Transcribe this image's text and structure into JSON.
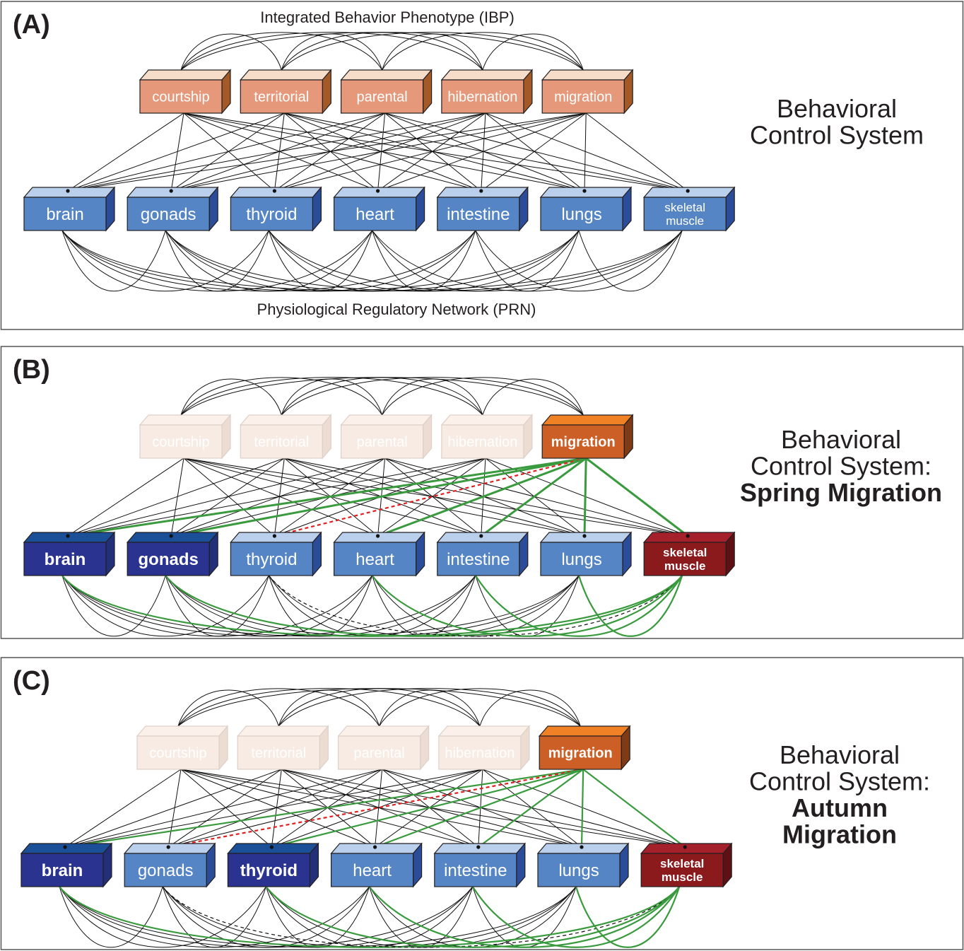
{
  "figure": {
    "ibp_title": "Integrated Behavior Phenotype (IBP)",
    "prn_title": "Physiological Regulatory Network (PRN)",
    "behaviors": [
      "courtship",
      "territorial",
      "parental",
      "hibernation",
      "migration"
    ],
    "organs": [
      "brain",
      "gonads",
      "thyroid",
      "heart",
      "intestine",
      "lungs",
      "skeletal muscle"
    ],
    "colors": {
      "behavior_default": "#e5987a",
      "behavior_faded": "#f8ebe3",
      "behavior_active": "#cc5f26",
      "organ_default": "#5585c5",
      "organ_active_dark": "#2a3490",
      "organ_active_red": "#8b1a1d",
      "link_active": "#3a9a3e",
      "link_inhibited": "#e02020",
      "link_default": "#111111"
    }
  },
  "panels": [
    {
      "label": "(A)",
      "side_title": [
        "Behavioral",
        "Control System"
      ],
      "side_title_bold": [],
      "active_behavior": null,
      "organ_state": [
        "default",
        "default",
        "default",
        "default",
        "default",
        "default",
        "default"
      ],
      "green_behavior_links": [],
      "red_dashed_behavior_links": [],
      "green_prn_links": [],
      "dashed_prn_links": []
    },
    {
      "label": "(B)",
      "side_title": [
        "Behavioral",
        "Control System:"
      ],
      "side_title_bold": [
        "Spring Migration"
      ],
      "active_behavior": "migration",
      "organ_state": [
        "dark",
        "dark",
        "default",
        "default",
        "default",
        "default",
        "red"
      ],
      "green_behavior_links": [
        "brain",
        "gonads",
        "heart",
        "intestine",
        "lungs",
        "skeletal muscle"
      ],
      "red_dashed_behavior_links": [
        "thyroid"
      ],
      "green_prn_links": [
        [
          "brain",
          "skeletal muscle"
        ],
        [
          "gonads",
          "skeletal muscle"
        ],
        [
          "heart",
          "skeletal muscle"
        ],
        [
          "intestine",
          "skeletal muscle"
        ],
        [
          "lungs",
          "skeletal muscle"
        ]
      ],
      "dashed_prn_links": [
        [
          "thyroid",
          "skeletal muscle"
        ]
      ]
    },
    {
      "label": "(C)",
      "side_title": [
        "Behavioral",
        "Control System:"
      ],
      "side_title_bold": [
        "Autumn",
        "Migration"
      ],
      "active_behavior": "migration",
      "organ_state": [
        "dark",
        "default",
        "dark",
        "default",
        "default",
        "default",
        "red"
      ],
      "green_behavior_links": [
        "brain",
        "thyroid",
        "heart",
        "intestine",
        "lungs",
        "skeletal muscle"
      ],
      "red_dashed_behavior_links": [
        "gonads"
      ],
      "green_prn_links": [
        [
          "brain",
          "skeletal muscle"
        ],
        [
          "thyroid",
          "skeletal muscle"
        ],
        [
          "heart",
          "skeletal muscle"
        ],
        [
          "intestine",
          "skeletal muscle"
        ],
        [
          "lungs",
          "skeletal muscle"
        ]
      ],
      "dashed_prn_links": [
        [
          "gonads",
          "skeletal muscle"
        ]
      ]
    }
  ]
}
